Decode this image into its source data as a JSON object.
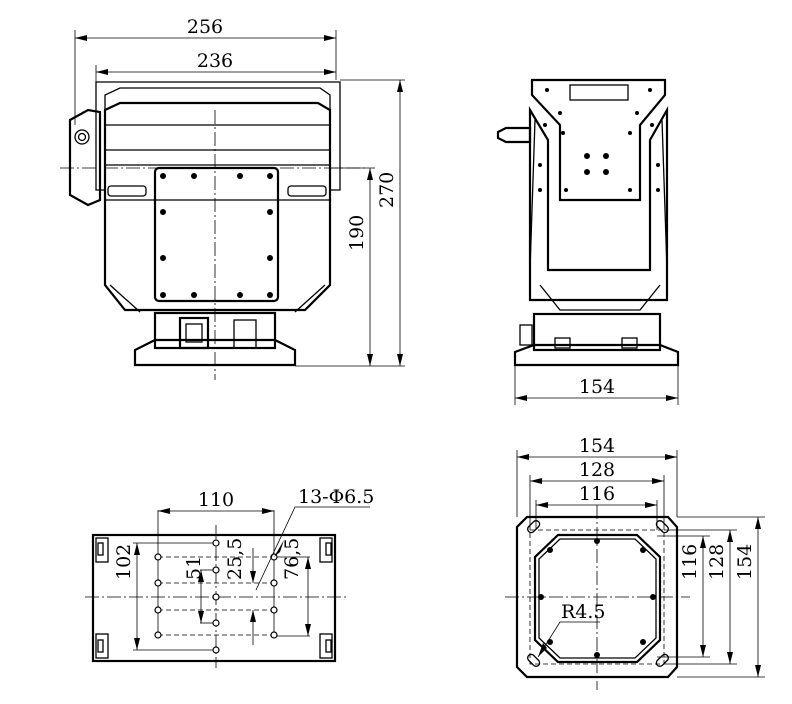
{
  "drawing": {
    "front_view": {
      "dim_overall_width": "256",
      "dim_bracket_width": "236",
      "dim_total_height": "270",
      "dim_axis_height": "190"
    },
    "side_view": {
      "dim_base_width": "154"
    },
    "top_mount_view": {
      "dim_hole_span_x": "110",
      "dim_hole_note": "13-Φ6.5",
      "dim_span_102": "102",
      "dim_span_51": "51",
      "dim_span_25_5": "25,5",
      "dim_span_76_5": "76,5"
    },
    "base_view": {
      "dim_width_154": "154",
      "dim_width_128": "128",
      "dim_width_116": "116",
      "dim_height_116": "116",
      "dim_height_128": "128",
      "dim_height_154": "154",
      "dim_radius": "R4.5"
    }
  }
}
